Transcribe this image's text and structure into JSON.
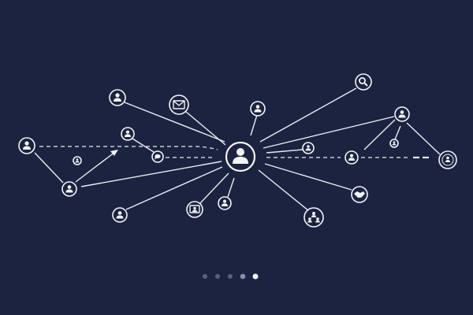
{
  "colors": {
    "background": "#1c2340",
    "foreground": "#f2f4f8",
    "dot_inactive": "#5b6178"
  },
  "network": {
    "hub": {
      "icon": "user-icon"
    },
    "nodes": [
      {
        "id": "n1",
        "icon": "user-icon"
      },
      {
        "id": "n2",
        "icon": "mail-icon"
      },
      {
        "id": "n3",
        "icon": "user-icon"
      },
      {
        "id": "n4",
        "icon": "search-icon"
      },
      {
        "id": "n5",
        "icon": "user-icon"
      },
      {
        "id": "n6",
        "icon": "user-icon"
      },
      {
        "id": "n7",
        "icon": "user-icon"
      },
      {
        "id": "n8",
        "icon": "chat-bubble-icon"
      },
      {
        "id": "n9",
        "icon": "user-icon"
      },
      {
        "id": "n10",
        "icon": "user-icon"
      },
      {
        "id": "n11",
        "icon": "user-icon"
      },
      {
        "id": "n12",
        "icon": "user-icon"
      },
      {
        "id": "n13",
        "icon": "contact-card-icon"
      },
      {
        "id": "n14",
        "icon": "user-icon"
      },
      {
        "id": "n15",
        "icon": "handshake-icon"
      },
      {
        "id": "n16",
        "icon": "team-icon"
      },
      {
        "id": "n17",
        "icon": "user-icon"
      },
      {
        "id": "n18",
        "icon": "user-icon"
      },
      {
        "id": "n19",
        "icon": "chart-badge-icon"
      }
    ]
  },
  "carousel": {
    "total": 5,
    "active_index": 4
  }
}
